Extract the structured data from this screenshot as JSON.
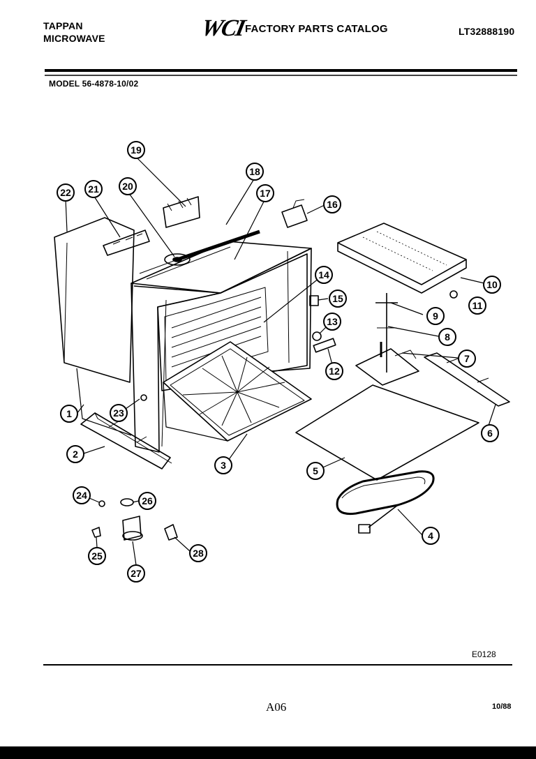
{
  "header": {
    "brand_line1": "TAPPAN",
    "brand_line2": "MICROWAVE",
    "logo": "WCI",
    "catalog_title": "FACTORY PARTS CATALOG",
    "catalog_number": "LT32888190",
    "model": "MODEL 56-4878-10/02"
  },
  "footer": {
    "drawing_code": "E0128",
    "page": "A06",
    "date": "10/88"
  },
  "callouts": [
    "1",
    "2",
    "3",
    "4",
    "5",
    "6",
    "7",
    "8",
    "9",
    "10",
    "11",
    "12",
    "13",
    "14",
    "15",
    "16",
    "17",
    "18",
    "19",
    "20",
    "21",
    "22",
    "23",
    "24",
    "25",
    "26",
    "27",
    "28"
  ]
}
